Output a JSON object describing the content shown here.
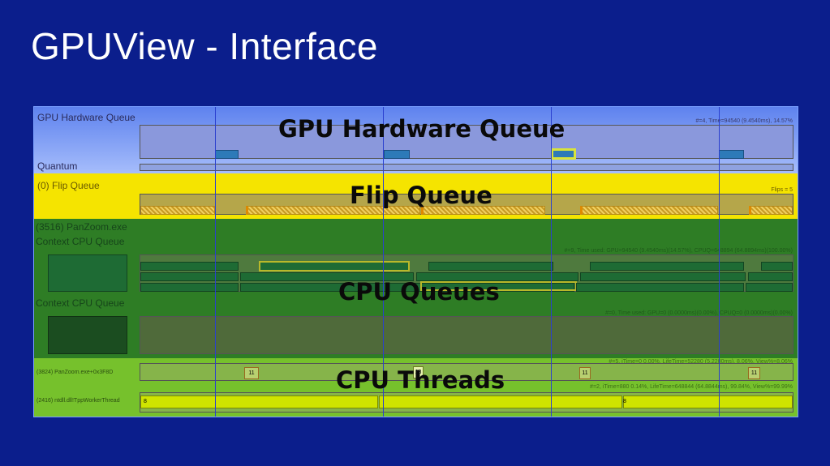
{
  "slide": {
    "title": "GPUView - Interface"
  },
  "gpu_section": {
    "label": "GPU Hardware Queue",
    "quantum_label": "Quantum",
    "stat": "#=4,  Time=94540 (9.4540ms),  14.57%",
    "overlay": "GPU Hardware Queue"
  },
  "flip_section": {
    "label": "(0) Flip Queue",
    "stat": "Flips = 5",
    "overlay": "Flip Queue"
  },
  "cpu_section": {
    "process_label": "(3516) PanZoom.exe",
    "context1_label": "Context CPU Queue",
    "context1_stat": "#=9, Time used: GPU=94540 (9.4540ms)(14.57%), CPUQ=648894 (64.8894ms)(100.00%)",
    "context2_label": "Context CPU Queue",
    "context2_stat": "#=0, Time used: GPU=0 (0.0000ms)(0.00%), CPUQ=0 (0.0000ms)(0.00%)",
    "overlay": "CPU Queues"
  },
  "threads_section": {
    "thread1_label": "(3824) PanZoom.exe+0x3F8D",
    "thread1_stat": "#=5,  iTime=0  0.00%,  LifeTime=52280 (5.2280ms),  8.06%,  View%=8.06%",
    "thread1_markers": [
      "11",
      "13",
      "11",
      "11"
    ],
    "thread2_label": "(2416) ntdll.dll!TppWorkerThread",
    "thread2_stat": "#=2,  iTime=880  0.14%,  LifeTime=648844 (64.8844ms),  99.84%,  View%=99.99%",
    "thread2_markers": [
      "8",
      "8"
    ],
    "overlay": "CPU Threads"
  },
  "colors": {
    "background": "#0b1e8c",
    "gpu_band": "#6f8ff0",
    "flip_band": "#f5e400",
    "cpu_band": "#2e7d25",
    "threads_band": "#76c12c",
    "packet": "#2d7ab8",
    "highlight": "#d9e43a"
  }
}
